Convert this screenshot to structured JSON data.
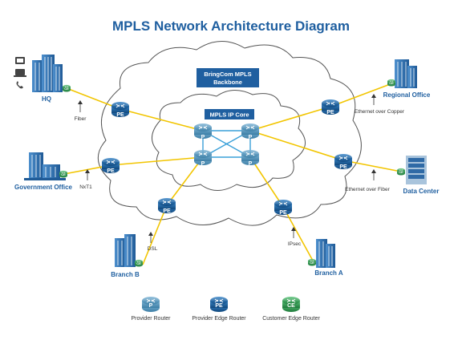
{
  "title": "MPLS Network Architecture Diagram",
  "backbone_label": [
    "BringCom MPLS",
    "Backbone"
  ],
  "core_label": "MPLS IP Core",
  "router_labels": {
    "provider": "P",
    "provider_edge": "PE",
    "customer_edge": "CE"
  },
  "sites": {
    "hq": "HQ",
    "government": "Government Office",
    "branch_b": "Branch B",
    "branch_a": "Branch A",
    "regional": "Regional Office",
    "datacenter": "Data Center"
  },
  "links": {
    "fiber": "Fiber",
    "nxt1": "NxT1",
    "dsl": "DSL",
    "ipsec": "IPsec",
    "ethernet_copper": "Ethernet over Copper",
    "ethernet_fiber": "Ethernet over Fiber"
  },
  "legend": {
    "provider": "Provider Router",
    "provider_edge": "Provider Edge Router",
    "customer_edge": "Customer Edge Router"
  },
  "colors": {
    "title": "#1f5fa0",
    "router_p": "#4a90b8",
    "router_pe": "#1a5c9a",
    "router_ce": "#2e9e4f",
    "link_yellow": "#f2c500",
    "link_blue": "#3aa0d8",
    "building": "#3a78b5"
  }
}
